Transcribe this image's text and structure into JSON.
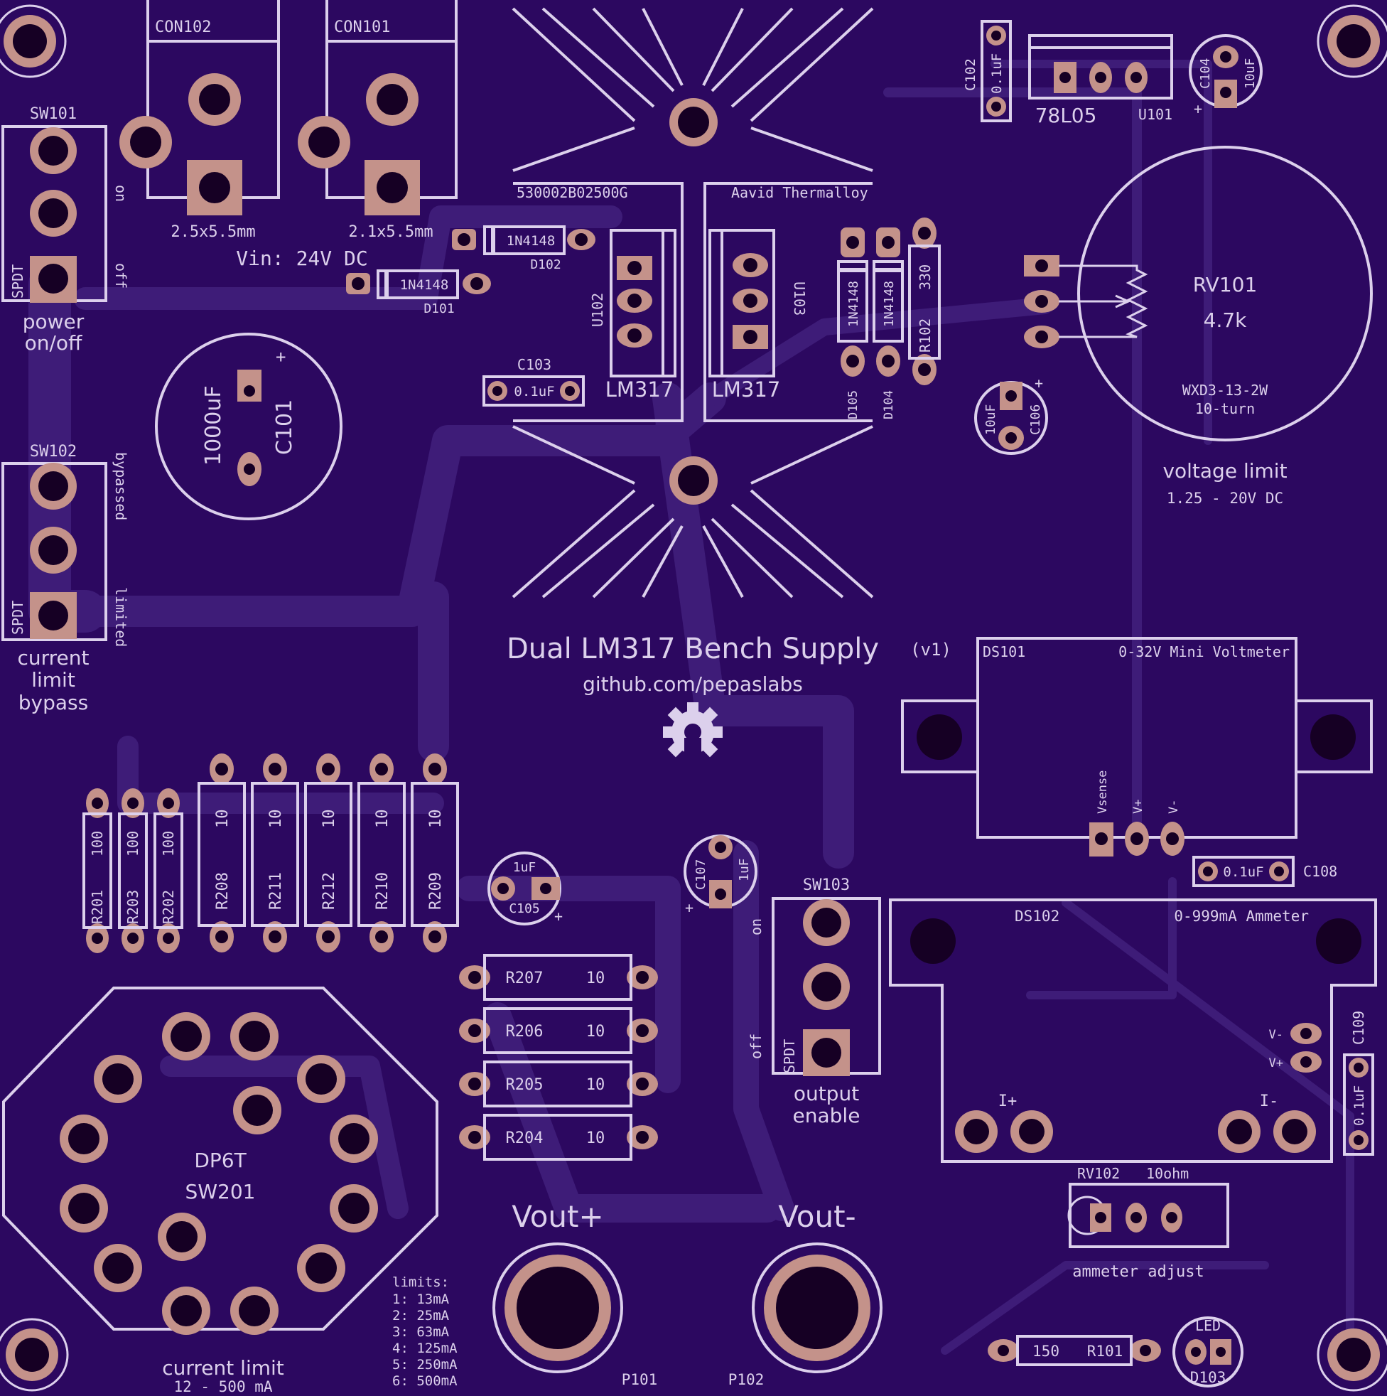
{
  "colors": {
    "board": "#2c0860",
    "trace": "#3e1c78",
    "silk": "#dcd0ec",
    "pad": "#c4928a",
    "hole": "#160024"
  },
  "title": "Dual LM317 Bench Supply",
  "version": "(v1)",
  "url": "github.com/pepaslabs",
  "vin": "Vin: 24V DC",
  "connectors": {
    "con102": {
      "ref": "CON102",
      "size": "2.5x5.5mm"
    },
    "con101": {
      "ref": "CON101",
      "size": "2.1x5.5mm"
    }
  },
  "switches": {
    "sw101": {
      "ref": "SW101",
      "type": "SPDT",
      "on": "on",
      "off": "off",
      "label1": "power",
      "label2": "on/off"
    },
    "sw102": {
      "ref": "SW102",
      "type": "SPDT",
      "pos1": "bypassed",
      "pos2": "limited",
      "label1": "current",
      "label2": "limit",
      "label3": "bypass"
    },
    "sw103": {
      "ref": "SW103",
      "type": "SPDT",
      "on": "on",
      "off": "off",
      "label1": "output",
      "label2": "enable"
    },
    "sw201": {
      "type": "DP6T",
      "ref": "SW201",
      "label": "current limit",
      "range": "12 - 500 mA"
    }
  },
  "heatsink": {
    "part": "530002B02500G",
    "brand": "Aavid Thermalloy"
  },
  "regulators": {
    "u102": {
      "ref": "U102",
      "part": "LM317"
    },
    "u103": {
      "ref": "U103",
      "part": "LM317"
    },
    "u101": {
      "ref": "U101",
      "part": "78L05"
    }
  },
  "diodes": {
    "d102": {
      "ref": "D102",
      "part": "1N4148"
    },
    "d101": {
      "ref": "D101",
      "part": "1N4148"
    },
    "d105": {
      "ref": "D105",
      "part": "1N4148"
    },
    "d104": {
      "ref": "D104",
      "part": "1N4148"
    }
  },
  "caps": {
    "c101": {
      "ref": "C101",
      "value": "1000uF"
    },
    "c102": {
      "ref": "C102",
      "value": "0.1uF"
    },
    "c103": {
      "ref": "C103",
      "value": "0.1uF"
    },
    "c104": {
      "ref": "C104",
      "value": "10uF"
    },
    "c105": {
      "ref": "C105",
      "value": "1uF"
    },
    "c106": {
      "ref": "C106",
      "value": "10uF"
    },
    "c107": {
      "ref": "C107",
      "value": "1uF"
    },
    "c108": {
      "ref": "C108",
      "value": "0.1uF"
    },
    "c109": {
      "ref": "C109",
      "value": "0.1uF"
    }
  },
  "resistors": {
    "r101": {
      "ref": "R101",
      "value": "150"
    },
    "r102": {
      "ref": "R102",
      "value": "330"
    },
    "vertical": [
      {
        "ref": "R201",
        "value": "100"
      },
      {
        "ref": "R203",
        "value": "100"
      },
      {
        "ref": "R202",
        "value": "100"
      },
      {
        "ref": "R208",
        "value": "10"
      },
      {
        "ref": "R211",
        "value": "10"
      },
      {
        "ref": "R212",
        "value": "10"
      },
      {
        "ref": "R210",
        "value": "10"
      },
      {
        "ref": "R209",
        "value": "10"
      }
    ],
    "horizontal": [
      {
        "ref": "R207",
        "value": "10"
      },
      {
        "ref": "R206",
        "value": "10"
      },
      {
        "ref": "R205",
        "value": "10"
      },
      {
        "ref": "R204",
        "value": "10"
      }
    ]
  },
  "rv101": {
    "ref": "RV101",
    "value": "4.7k",
    "part": "WXD3-13-2W",
    "turns": "10-turn",
    "label": "voltage limit",
    "range": "1.25 - 20V DC"
  },
  "rv102": {
    "ref": "RV102",
    "value": "10ohm",
    "label": "ammeter adjust"
  },
  "ds101": {
    "ref": "DS101",
    "name": "0-32V Mini Voltmeter",
    "pins": [
      "Vsense",
      "V+",
      "V-"
    ]
  },
  "ds102": {
    "ref": "DS102",
    "name": "0-999mA Ammeter",
    "pins": [
      "V-",
      "V+",
      "I+",
      "I-"
    ]
  },
  "led": {
    "ref": "D103",
    "label": "LED"
  },
  "outputs": {
    "p101": {
      "ref": "P101",
      "label": "Vout+"
    },
    "p102": {
      "ref": "P102",
      "label": "Vout-"
    }
  },
  "limits": {
    "title": "limits:",
    "items": [
      "1: 13mA",
      "2: 25mA",
      "3: 63mA",
      "4: 125mA",
      "5: 250mA",
      "6: 500mA"
    ]
  }
}
